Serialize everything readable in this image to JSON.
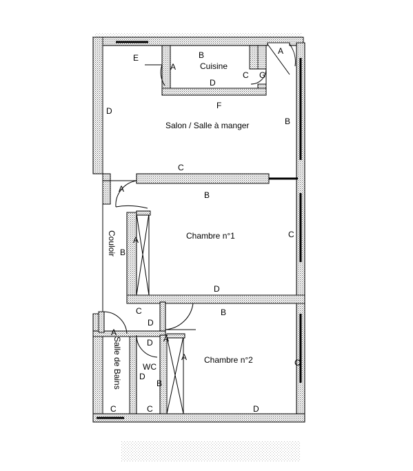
{
  "rooms": {
    "cuisine": "Cuisine",
    "salon": "Salon / Salle à manger",
    "chambre1": "Chambre n°1",
    "chambre2": "Chambre n°2",
    "couloir": "Couloir",
    "salle_de_bains": "Salle de Bains",
    "wc": "WC"
  },
  "wall_labels": {
    "cuisine_e": "E",
    "cuisine_a": "A",
    "cuisine_b": "B",
    "cuisine_c": "C",
    "cuisine_g": "G",
    "cuisine_d": "D",
    "entry_a": "A",
    "salon_f": "F",
    "salon_d": "D",
    "salon_b": "B",
    "salon_c": "C",
    "couloir_a": "A",
    "ch1_b_top": "B",
    "ch1_a": "A",
    "ch1_b_left": "B",
    "ch1_c": "C",
    "ch1_d": "D",
    "hall_c": "C",
    "hall_d": "D",
    "ch2_b": "B",
    "sdb_a": "A",
    "wc_d_top": "D",
    "wc_a": "A",
    "wc_d_side": "D",
    "wc_b": "B",
    "ch2_a": "A",
    "ch2_c": "C",
    "ch2_d": "D",
    "sdb_c": "C",
    "wc_c": "C"
  }
}
